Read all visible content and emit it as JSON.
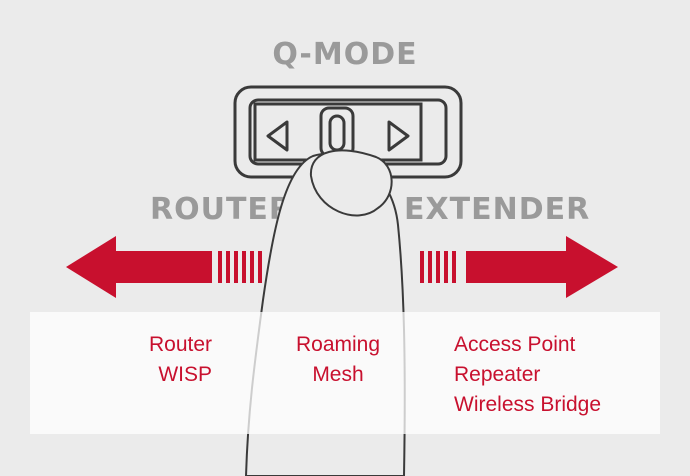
{
  "mode_labels": {
    "top": "Q-MODE",
    "left": "ROUTER",
    "right": "EXTENDER"
  },
  "modes": {
    "router": [
      "Router",
      "WISP"
    ],
    "roaming": [
      "Roaming",
      "Mesh"
    ],
    "extender": [
      "Access Point",
      "Repeater",
      "Wireless Bridge"
    ]
  },
  "icons": {
    "left_arrow": "double-headed-arrow-left",
    "right_arrow": "double-headed-arrow-right",
    "switch_left": "triangle-left-icon",
    "switch_right": "triangle-right-icon",
    "finger": "finger-icon"
  },
  "colors": {
    "background": "#ebebeb",
    "accent": "#c8102e",
    "label_gray": "#9a9a9a",
    "outline": "#3a3a3a"
  }
}
